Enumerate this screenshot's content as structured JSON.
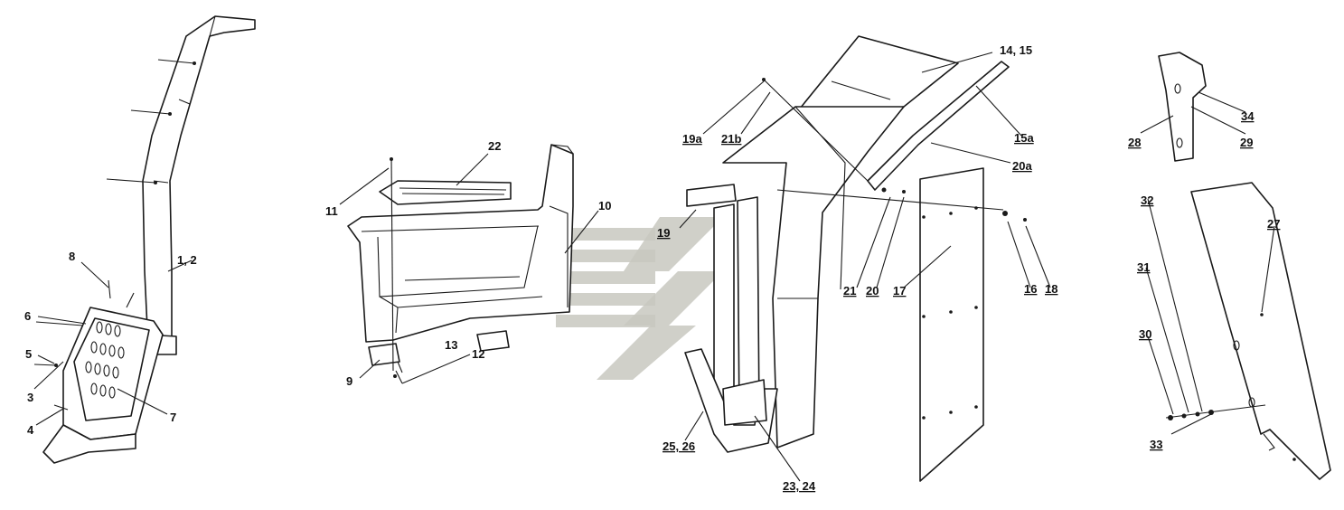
{
  "colors": {
    "ink": "#1a1a1a",
    "paper": "#ffffff",
    "watermark": "#c8c8c0"
  },
  "labels": {
    "l1_2": "1, 2",
    "l3": "3",
    "l4": "4",
    "l5": "5",
    "l6": "6",
    "l7": "7",
    "l8": "8",
    "l9": "9",
    "l10": "10",
    "l11": "11",
    "l12": "12",
    "l13": "13",
    "l22": "22",
    "l19": "19",
    "l19a": "19a",
    "l21b": "21b",
    "l14_15": "14, 15",
    "l15a": "15a",
    "l20a": "20a",
    "l21": "21",
    "l20": "20",
    "l17": "17",
    "l16": "16",
    "l18": "18",
    "l25_26": "25, 26",
    "l23_24": "23, 24",
    "l28": "28",
    "l34": "34",
    "l29": "29",
    "l32": "32",
    "l31": "31",
    "l30": "30",
    "l27": "27",
    "l33": "33"
  }
}
